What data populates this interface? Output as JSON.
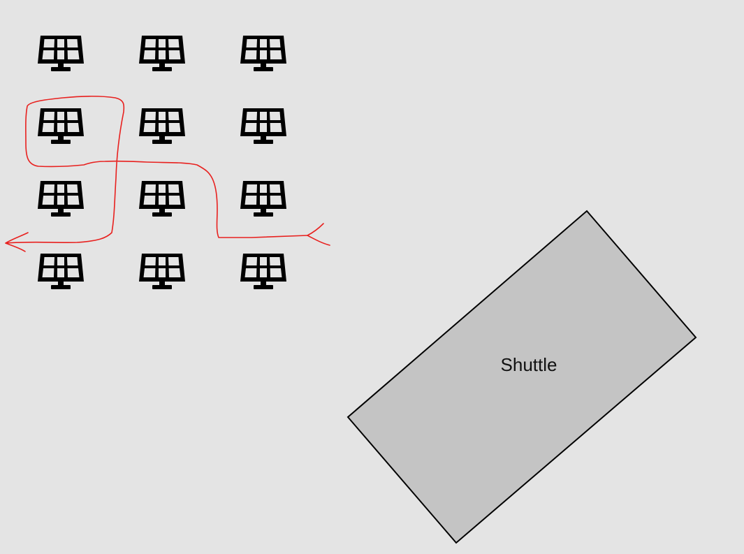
{
  "canvas": {
    "background": "#e4e4e4"
  },
  "panels": {
    "icon": "solar-panel-icon",
    "rows": 4,
    "columns": 3,
    "color": "#000000"
  },
  "route": {
    "color": "#e8201e"
  },
  "shuttle": {
    "label": "Shuttle",
    "fill": "#c4c4c4",
    "stroke": "#000000"
  }
}
